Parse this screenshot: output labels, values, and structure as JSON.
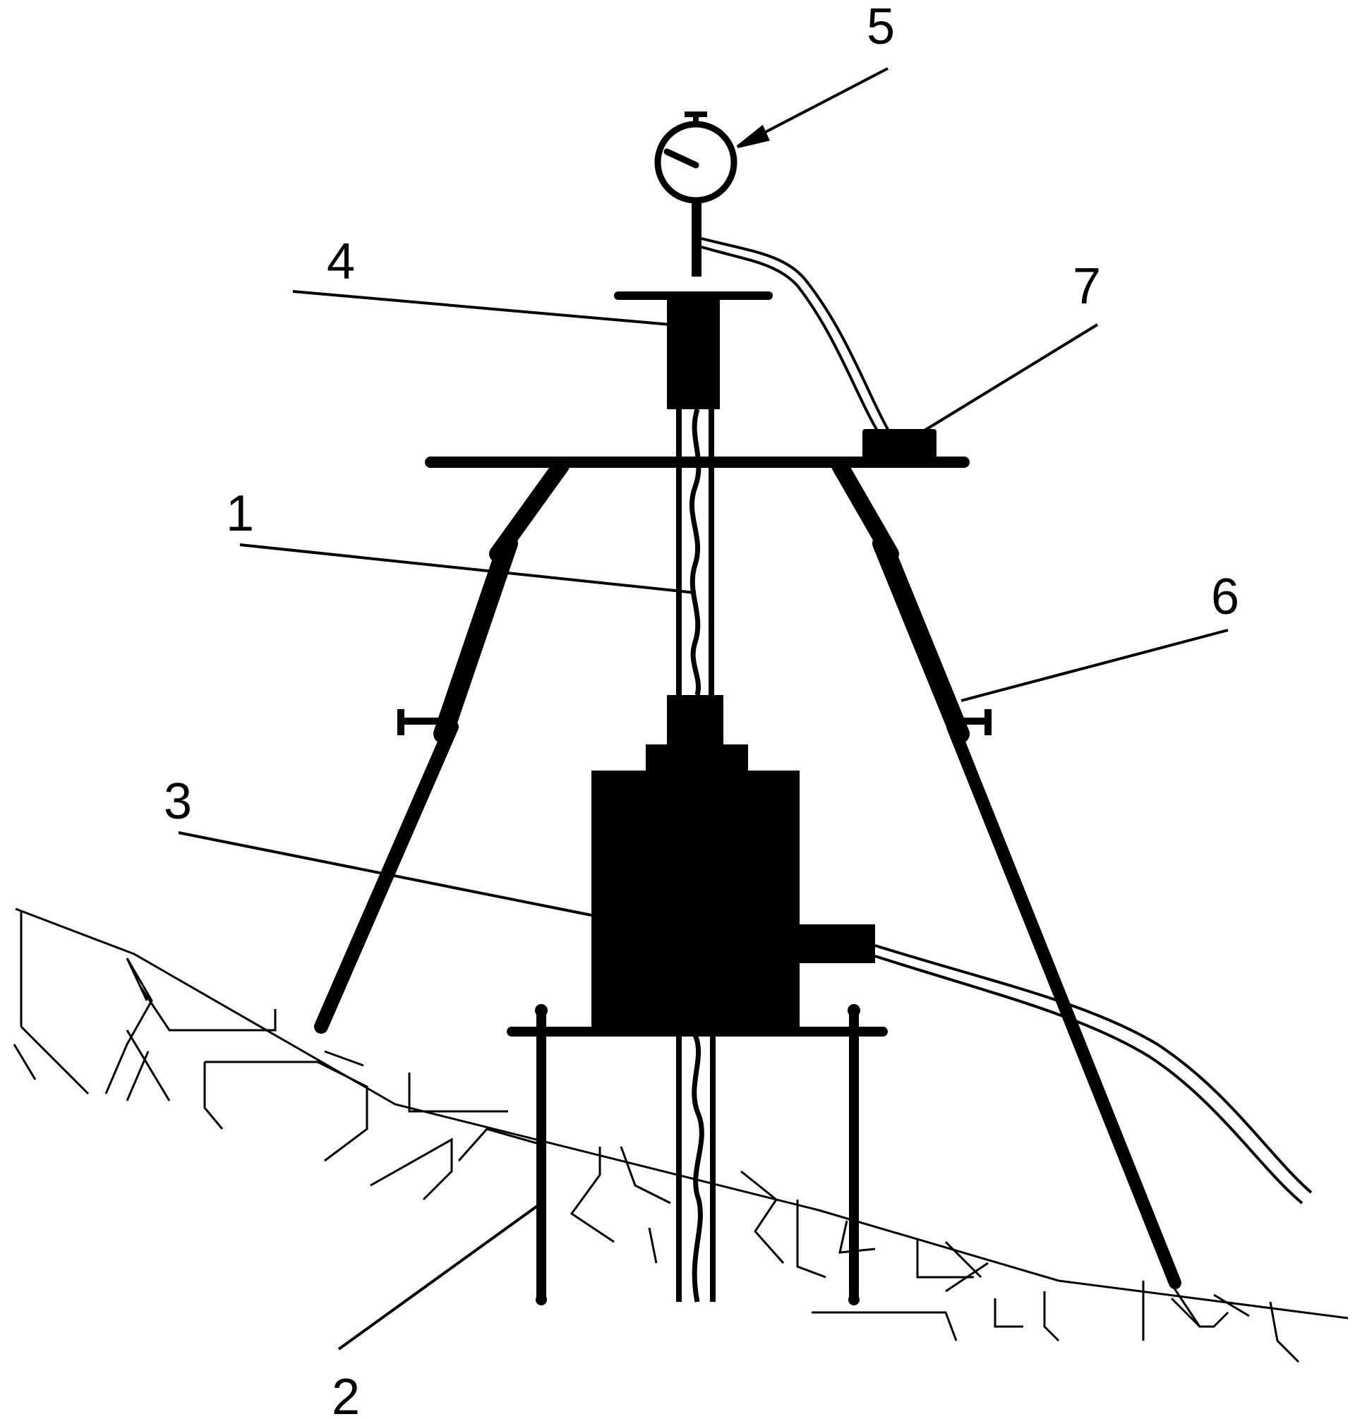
{
  "figure": {
    "type": "technical-drawing",
    "colors": {
      "ink": "#000000",
      "background": "#ffffff"
    },
    "callouts": [
      {
        "id": "1",
        "label": "1"
      },
      {
        "id": "2",
        "label": "2"
      },
      {
        "id": "3",
        "label": "3"
      },
      {
        "id": "4",
        "label": "4"
      },
      {
        "id": "5",
        "label": "5"
      },
      {
        "id": "6",
        "label": "6"
      },
      {
        "id": "7",
        "label": "7"
      }
    ]
  }
}
